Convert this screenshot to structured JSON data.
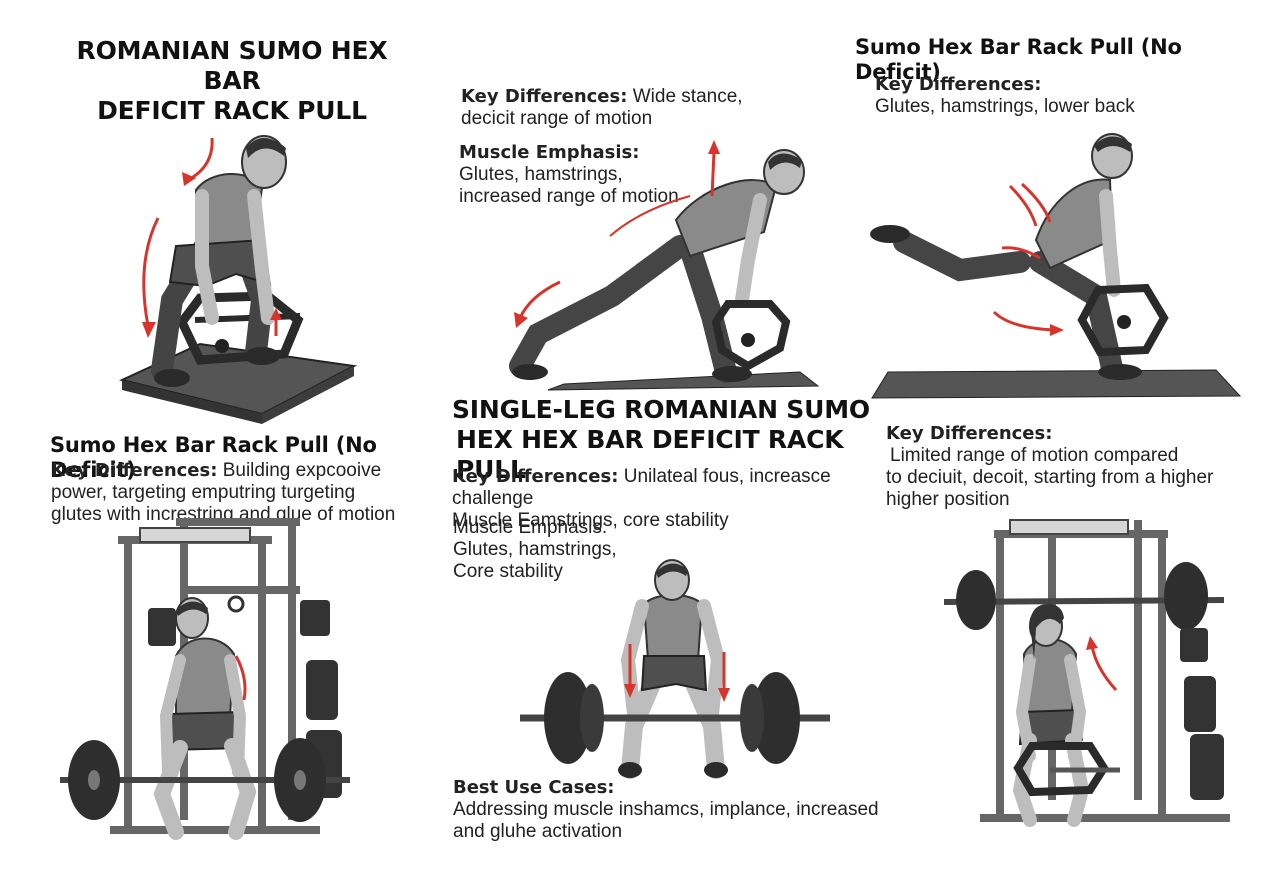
{
  "panels": [
    {
      "title_lines": [
        "ROMANIAN SUMO HEX BAR",
        "DEFICIT RACK PULL"
      ]
    },
    {
      "key_differences_label": "Key Differences:",
      "key_differences_text_1": "Wide stance,",
      "key_differences_text_2": "decicit range of motion",
      "muscle_emphasis_label": "Muscle Emphasis:",
      "muscle_emphasis_lines": [
        "Glutes, hamstrings,",
        "increased range of motion"
      ]
    },
    {
      "title": "Sumo Hex Bar Rack Pull (No Deficit)",
      "key_differences_label": "Key Differences:",
      "key_differences_text": "Glutes, hamstrings, lower back"
    },
    {
      "title": "Sumo Hex Bar Rack Pull (No Deficit)",
      "key_differences_label": "Key Differences:",
      "key_differences_text_1": "Building expcooive",
      "key_differences_lines": [
        "power, targeting emputring turgeting",
        "glutes with increstring and glue of motion"
      ]
    },
    {
      "title_lines": [
        "SINGLE-LEG ROMANIAN SUMO",
        "HEX HEX BAR DEFICIT RACK PULL"
      ],
      "key_differences_label": "Key Differences:",
      "key_differences_text_1": "Unilateal fous, increasce challenge",
      "key_differences_line_2": "Muscle Eamstrings, core stability",
      "muscle_emphasis_label": "Muscle Emphasis:",
      "muscle_emphasis_lines": [
        "Glutes, hamstrings,",
        "Core stability"
      ],
      "best_use_label": "Best Use Cases:",
      "best_use_lines": [
        "Addressing muscle inshamcs, implance, increased",
        "and gluhe activation"
      ]
    },
    {
      "key_differences_label": "Key Differences:",
      "key_differences_lines": [
        "Limited range of motion compared",
        "to deciuit, decoit, starting from a higher",
        "higher position"
      ]
    }
  ],
  "colors": {
    "text": "#1a1a1a",
    "arrow": "#d9342b",
    "skin": "#bdbdbd",
    "shirt": "#8a8a8a",
    "shorts": "#555555",
    "dark": "#2b2b2b",
    "plate": "#303030",
    "mat": "#555555"
  },
  "illustrations": [
    "man-sumo-hex-bar-deficit-pull",
    "man-lunge-hex-bar-pull",
    "man-single-leg-hex-bar-pull",
    "man-rack-pull-in-power-rack",
    "man-barbell-deadlift-front",
    "woman-hex-bar-rack-pull-in-power-rack"
  ]
}
